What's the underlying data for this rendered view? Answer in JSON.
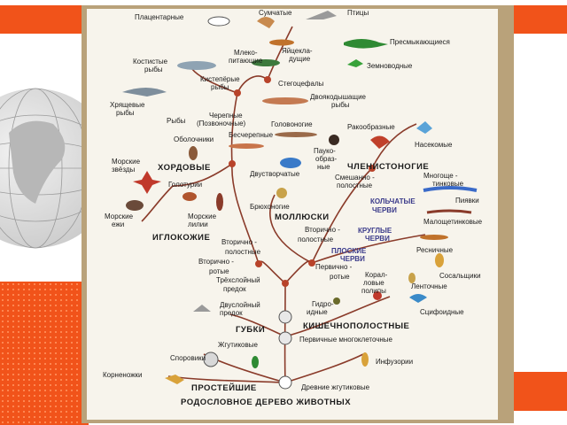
{
  "colors": {
    "accent_orange": "#f1531a",
    "paper": "#f7f4ec",
    "frame": "#b9a27a",
    "ink": "#1b1b1b",
    "node": "#b8432a"
  },
  "diagram": {
    "title": "РОДОСЛОВНОЕ ДЕРЕВО ЖИВОТНЫХ",
    "labels": {
      "placental": "Плацентарные",
      "marsupial": "Сумчатые",
      "birds": "Птицы",
      "mammals_1": "Млеко-",
      "mammals_2": "питающие",
      "oviparous_1": "Яйцекла-",
      "oviparous_2": "дущие",
      "reptiles": "Пресмыкающиеся",
      "bony_fish_1": "Костистые",
      "bony_fish_2": "рыбы",
      "lobe_finned_1": "Кистепёрые",
      "lobe_finned_2": "рыбы",
      "amphibians": "Земноводные",
      "stegocephals": "Стегоцефалы",
      "cartilaginous_1": "Хрящевые",
      "cartilaginous_2": "рыбы",
      "lungfish_1": "Двоякодышащие",
      "lungfish_2": "рыбы",
      "fish": "Рыбы",
      "craniates_1": "Черепные",
      "craniates_2": "(Позвоночные)",
      "tunicates": "Оболочники",
      "cephalopods": "Головоногие",
      "crustaceans": "Ракообразные",
      "acraniates": "Бесчерепные",
      "arachnids_1": "Пауко-",
      "arachnids_2": "образ-",
      "arachnids_3": "ные",
      "insects": "Насекомые",
      "starfish_1": "Морские",
      "starfish_2": "звёзды",
      "chordates": "ХОРДОВЫЕ",
      "bivalves": "Двустворчатые",
      "arthropods": "ЧЛЕНИСТОНОГИЕ",
      "mixed_coelom_1": "Смешанно -",
      "mixed_coelom_2": "полостные",
      "polychaetes_1": "Многоще -",
      "polychaetes_2": "тинковые",
      "holothurians": "Голотурии",
      "gastropods": "Брюхоногие",
      "annelids_1": "КОЛЬЧАТЫЕ",
      "annelids_2": "ЧЕРВИ",
      "leeches": "Пиявки",
      "sea_urchins_1": "Морские",
      "sea_urchins_2": "ежи",
      "sea_lilies_1": "Морские",
      "sea_lilies_2": "лилии",
      "mollusks": "МОЛЛЮСКИ",
      "oligochaetes": "Малощетинковые",
      "echinoderms": "ИГЛОКОЖИЕ",
      "deuterostomes_1": "Вторично -",
      "deuterostomes_2": "полостные",
      "protostomes_sec_1": "Вторично -",
      "protostomes_sec_2": "полостные",
      "roundworms_1": "КРУГЛЫЕ",
      "roundworms_2": "ЧЕРВИ",
      "rotifers": "Ресничные",
      "flatworms_1": "ПЛОСКИЕ",
      "flatworms_2": "ЧЕРВИ",
      "deut_mouth_1": "Вторично -",
      "deut_mouth_2": "ротые",
      "prot_mouth_1": "Первично -",
      "prot_mouth_2": "ротые",
      "flukes": "Сосальщики",
      "triploblast_1": "Трёхслойный",
      "triploblast_2": "предок",
      "corals_1": "Корал-",
      "corals_2": "ловые",
      "corals_3": "полипы",
      "tapeworms": "Ленточные",
      "diploblast_1": "Двуслойный",
      "diploblast_2": "предок",
      "hydroids_1": "Гидро-",
      "hydroids_2": "идные",
      "scyphoid": "Сцифоидные",
      "sponges": "ГУБКИ",
      "coelenterates": "КИШЕЧНОПОЛОСТНЫЕ",
      "primary_multicell": "Первичные многоклеточные",
      "flagellates": "Жгутиковые",
      "sporozoa": "Споровики",
      "ciliates": "Инфузории",
      "rhizopods": "Корненожки",
      "protozoa": "ПРОСТЕЙШИЕ",
      "ancient_flagellates": "Древние жгутиковые"
    }
  }
}
